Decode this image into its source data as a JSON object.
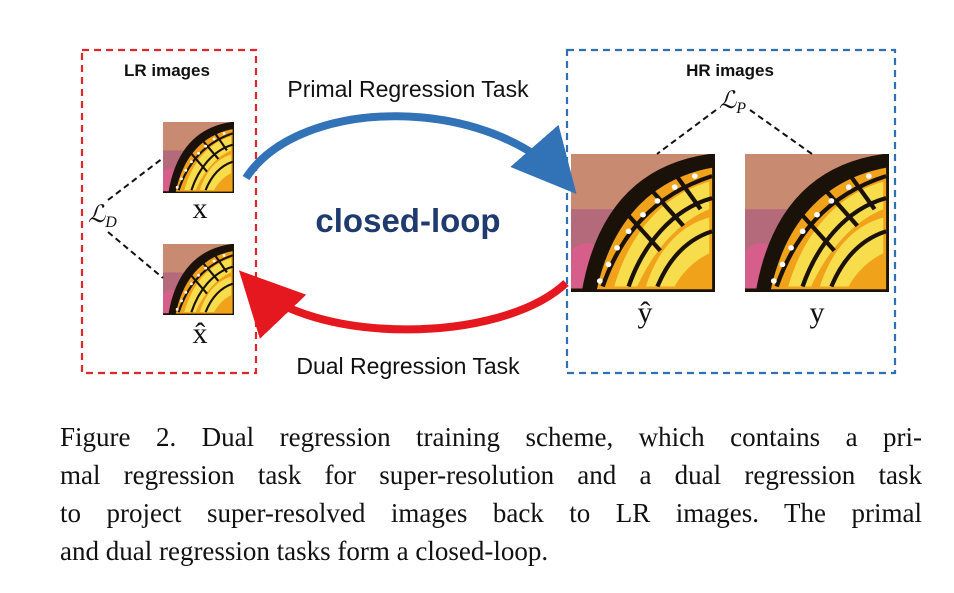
{
  "colors": {
    "lr_box": "#e0262b",
    "hr_box": "#2f6fb4",
    "primal_arrow": "#3273b8",
    "dual_arrow": "#e4181e",
    "closed_loop_text": "#1f3a6e",
    "butterfly_orange": "#f0a21a",
    "butterfly_yellow": "#f7dc4c",
    "butterfly_black": "#1a1208",
    "background_pink": "#b56a7c"
  },
  "diagram": {
    "lr_title": "LR images",
    "hr_title": "HR images",
    "primal_label": "Primal Regression Task",
    "dual_label": "Dual Regression Task",
    "center_label": "closed-loop",
    "lr_x_label": "x",
    "lr_xhat_label": "x̂",
    "hr_yhat_label": "ŷ",
    "hr_y_label": "y",
    "loss_d_main": "ℒ",
    "loss_d_sub": "D",
    "loss_p_main": "ℒ",
    "loss_p_sub": "P"
  },
  "caption": {
    "line1": "Figure 2.  Dual regression training scheme, which contains a pri-",
    "line2": "mal regression task for super-resolution and a dual regression task",
    "line3": "to project super-resolved images back to LR images. The primal",
    "line4": "and dual regression tasks form a closed-loop."
  }
}
